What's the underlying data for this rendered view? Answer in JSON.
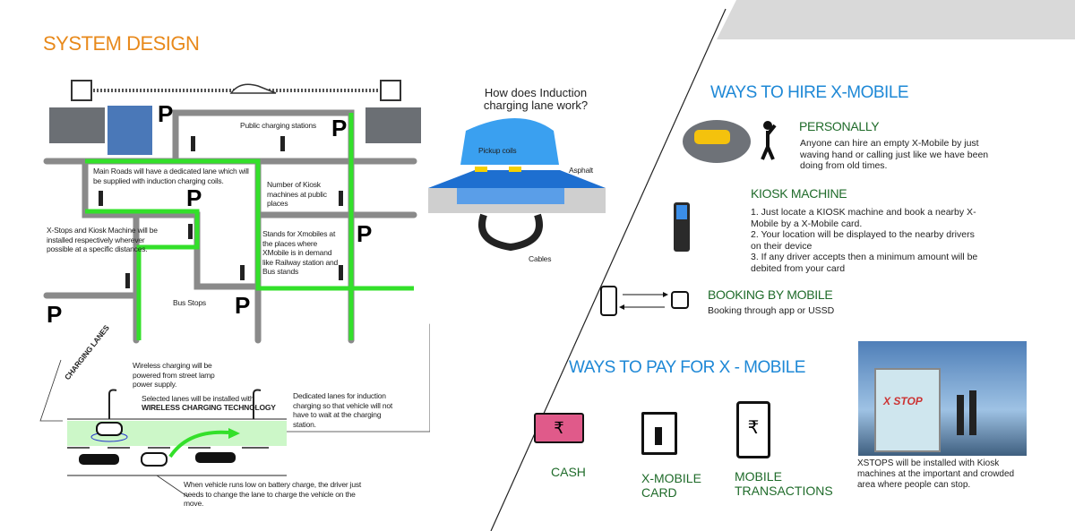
{
  "title": "SYSTEM DESIGN",
  "map_notes": {
    "public_charging": "Public charging stations",
    "main_roads": "Main Roads will have a dedicated lane which will be supplied with induction charging coils.",
    "kiosk_count": "Number of Kiosk machines at public places",
    "xstops": "X-Stops and Kiosk Machine will be installed respectively wherever possible at a specific distances.",
    "stands": "Stands for Xmobiles at the places where XMobile is in demand like Railway station and Bus stands",
    "bus_stops": "Bus Stops",
    "charging_lanes": "CHARGING LANES",
    "wireless_power": "Wireless charging will be powered from street lamp power supply.",
    "selected_lanes": "Selected lanes will be installed with",
    "selected_lanes_tech": "WIRELESS CHARGING TECHNOLOGY",
    "dedicated_lanes": "Dedicated lanes for induction charging so that vehicle will not have to wait at the charging station.",
    "low_battery": "When vehicle runs low on battery charge, the driver just needs to change the lane to charge the vehicle on the move."
  },
  "induction": {
    "title_line1": "How does Induction",
    "title_line2": "charging lane work?",
    "pickup": "Pickup coils",
    "asphalt": "Asphalt",
    "cables": "Cables"
  },
  "hire": {
    "title": "WAYS TO HIRE X-MOBILE",
    "personally_title": "PERSONALLY",
    "personally_text": "Anyone can hire an empty X-Mobile by just waving hand or calling just like we have been doing from old times.",
    "kiosk_title": "KIOSK MACHINE",
    "kiosk_lines": [
      "1. Just locate a KIOSK machine and book a nearby X-Mobile by a X-Mobile card.",
      "2. Your location will be displayed to the nearby drivers on their device",
      "3. If any driver accepts then a minimum amount will be debited from your card"
    ],
    "mobile_title": "BOOKING BY MOBILE",
    "mobile_text": "Booking through app or USSD"
  },
  "pay": {
    "title": "WAYS TO PAY FOR X - MOBILE",
    "cash": "CASH",
    "card_line1": "X-MOBILE",
    "card_line2": "CARD",
    "mobile_line1": "MOBILE",
    "mobile_line2": "TRANSACTIONS",
    "currency_symbol": "₹"
  },
  "xstops": {
    "sign": "X STOP",
    "text": "XSTOPS will be installed with Kiosk machines at the important and crowded area where people can stop."
  },
  "icons": {
    "parking": "P"
  },
  "colors": {
    "orange": "#e8891b",
    "blue": "#1e88d6",
    "green": "#1f6b2a",
    "lane": "#33e02a",
    "road": "#8a8a8a"
  }
}
